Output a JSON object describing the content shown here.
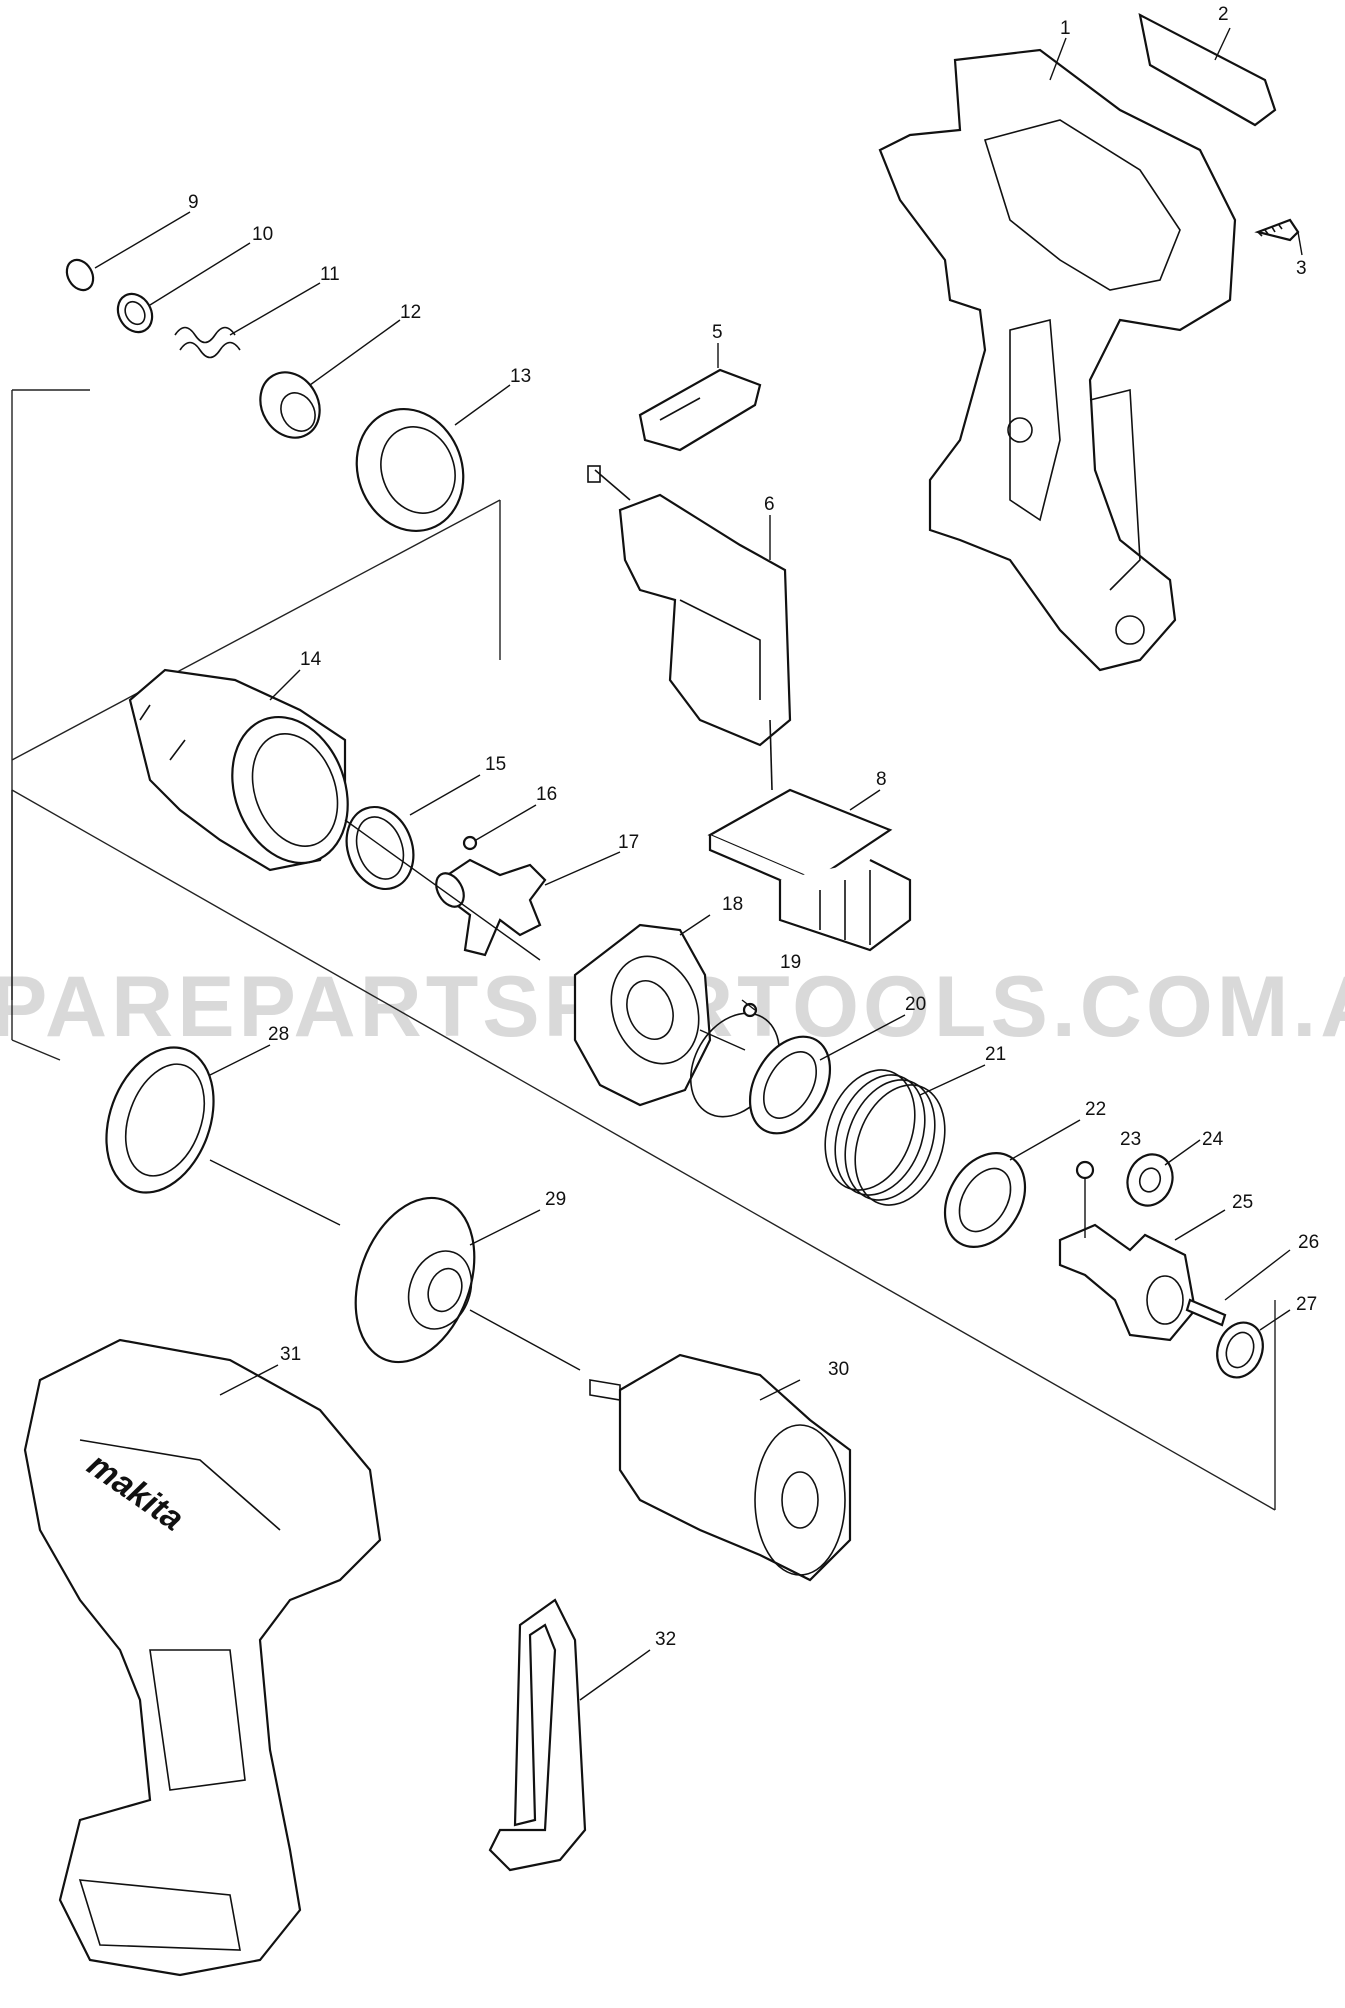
{
  "watermark": "PAREPARTSFORTOOLS.COM.AU",
  "brand_logo": "makita",
  "callouts": [
    "1",
    "2",
    "3",
    "5",
    "6",
    "8",
    "9",
    "10",
    "11",
    "12",
    "13",
    "14",
    "15",
    "16",
    "17",
    "18",
    "19",
    "20",
    "21",
    "22",
    "23",
    "24",
    "25",
    "26",
    "27",
    "28",
    "29",
    "30",
    "31",
    "32"
  ]
}
